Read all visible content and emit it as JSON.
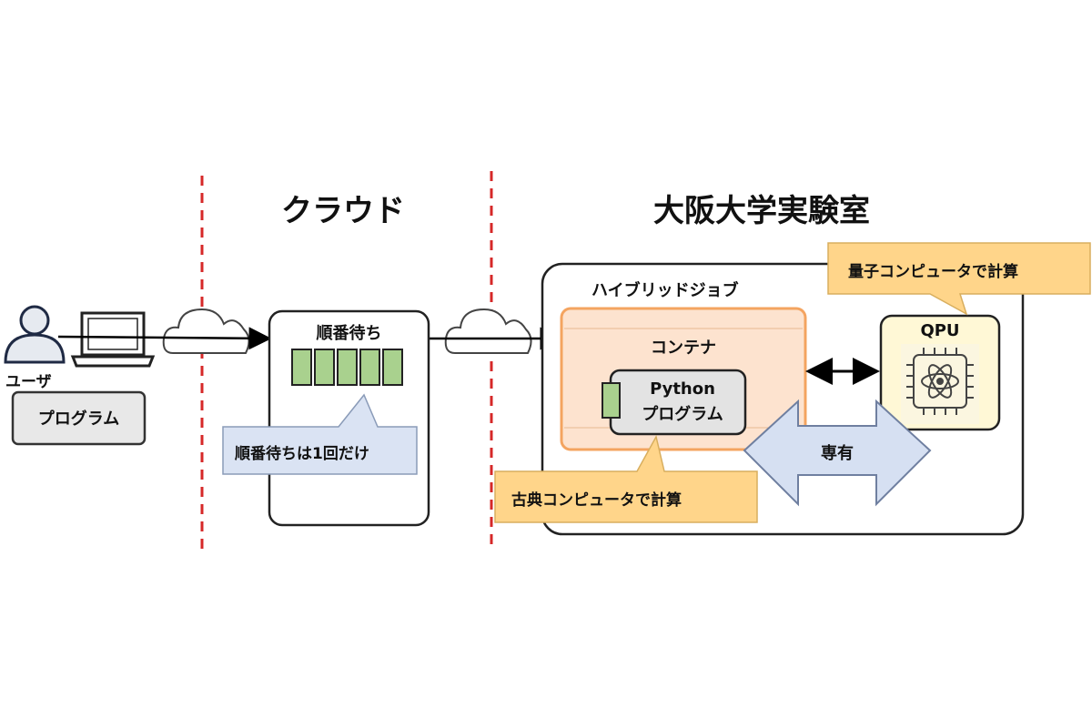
{
  "sections": {
    "cloud_title": "クラウド",
    "lab_title": "大阪大学実験室"
  },
  "user": {
    "label": "ユーザ",
    "program": "プログラム"
  },
  "queue": {
    "title": "順番待ち",
    "slot_count": 5,
    "callout": "順番待ちは1回だけ"
  },
  "hybrid_job": {
    "title": "ハイブリッドジョブ",
    "container_title": "コンテナ",
    "python_program_line1": "Python",
    "python_program_line2": "プログラム",
    "classical_callout": "古典コンピュータで計算",
    "dedicated_label": "専有"
  },
  "qpu": {
    "label": "QPU",
    "callout": "量子コンピュータで計算"
  },
  "colors": {
    "divider": "#d62828",
    "queue_slot": "#a9d18e",
    "container_fill": "#fde3cf",
    "container_border": "#f4a460",
    "callout_blue": "#dae3f3",
    "callout_orange": "#ffd58a",
    "qpu_border": "#f5c842",
    "qpu_fill": "#fff8d6",
    "arrow_blue": "#d6e0f2"
  }
}
